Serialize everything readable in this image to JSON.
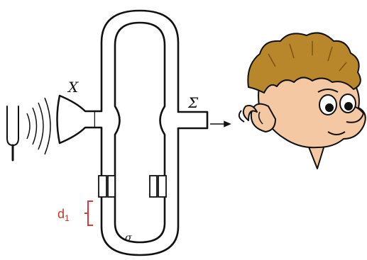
{
  "labels": {
    "entrance": "X",
    "exit": "Σ",
    "slide_mark": "d",
    "slide_mark_sub": "1",
    "bottom_mark": "σ"
  },
  "icons": {
    "source": "tuning-fork-icon",
    "waves": "sound-waves-icon",
    "listener": "boy-listening-icon",
    "arrow": "arrow-right-icon"
  },
  "colors": {
    "ink": "#111111",
    "tube": "#ffffff",
    "measure": "#d9363e",
    "hair": "#b8862b",
    "skin": "#f4c8a2"
  }
}
